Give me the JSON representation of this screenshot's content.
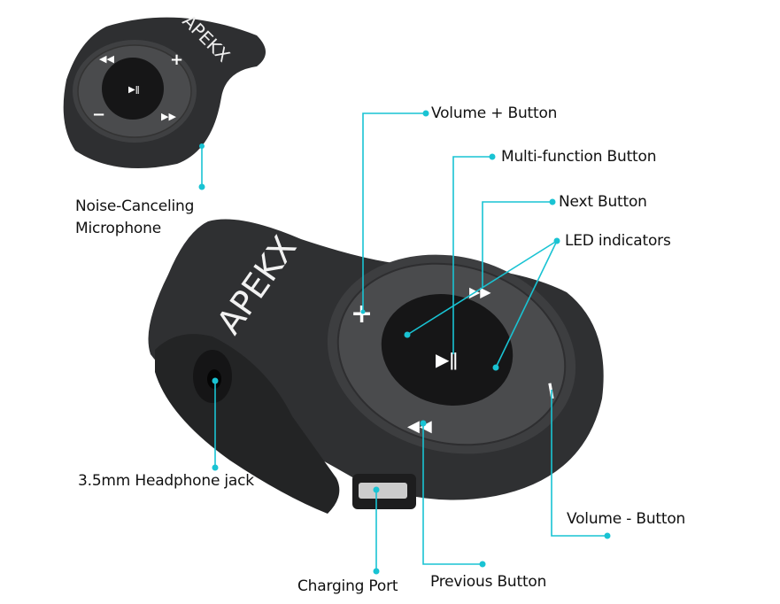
{
  "brand": "APEKX",
  "labels": {
    "volume_up": "Volume + Button",
    "multi_function": "Multi-function Button",
    "next": "Next Button",
    "led": "LED indicators",
    "mic_line1": "Noise-Canceling",
    "mic_line2": "Microphone",
    "jack": "3.5mm Headphone jack",
    "charging": "Charging Port",
    "previous": "Previous Button",
    "volume_down": "Volume - Button"
  },
  "colors": {
    "leader": "#19c3d3",
    "device": "#3a3b3d",
    "button": "#1a1a1b"
  }
}
